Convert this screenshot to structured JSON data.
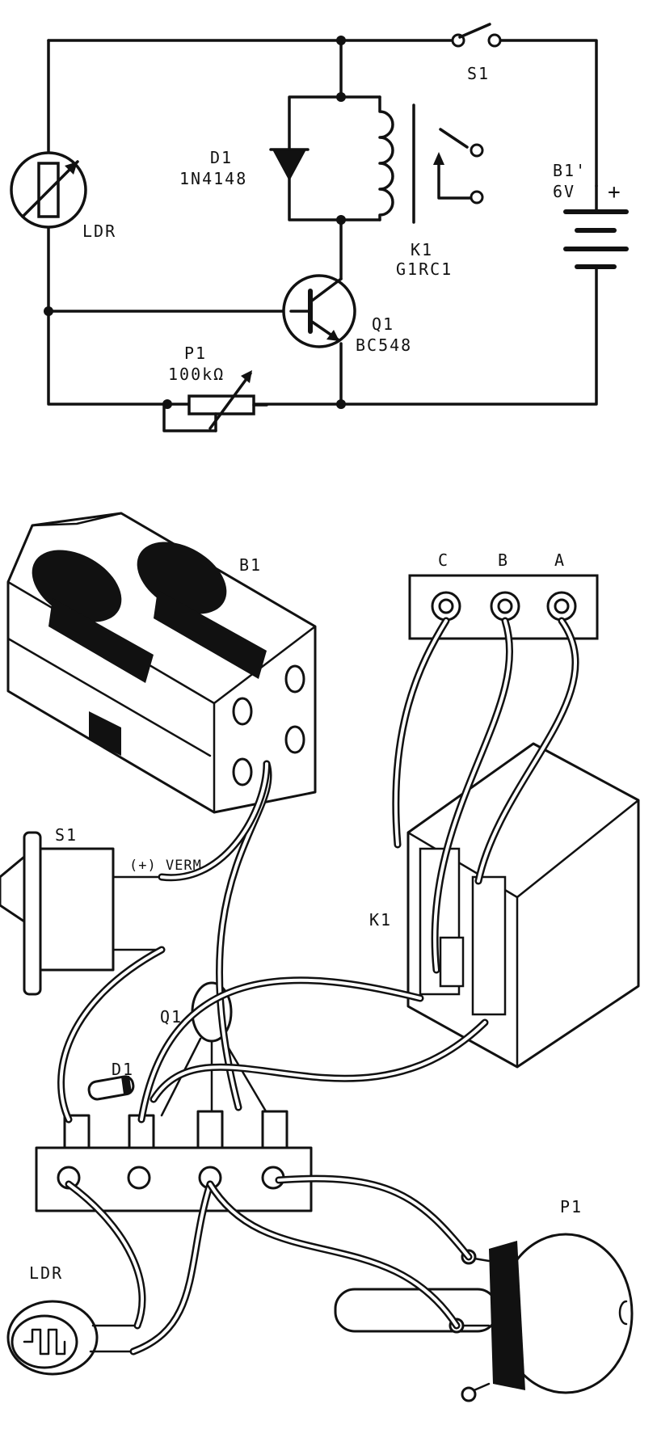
{
  "schematic": {
    "labels": {
      "s1": "S1",
      "d1": "D1",
      "d1_part": "1N4148",
      "ldr": "LDR",
      "k1": "K1",
      "k1_part": "G1RC1",
      "q1": "Q1",
      "q1_part": "BC548",
      "p1": "P1",
      "p1_value": "100kΩ",
      "b1": "B1'",
      "b1_value": "6V",
      "b1_polarity": "+"
    }
  },
  "assembly": {
    "labels": {
      "b1": "B1",
      "term_c": "C",
      "term_b": "B",
      "term_a": "A",
      "s1": "S1",
      "s1_wire": "(+) VERM.",
      "k1": "K1",
      "q1": "Q1",
      "d1": "D1",
      "ldr": "LDR",
      "p1": "P1"
    }
  }
}
